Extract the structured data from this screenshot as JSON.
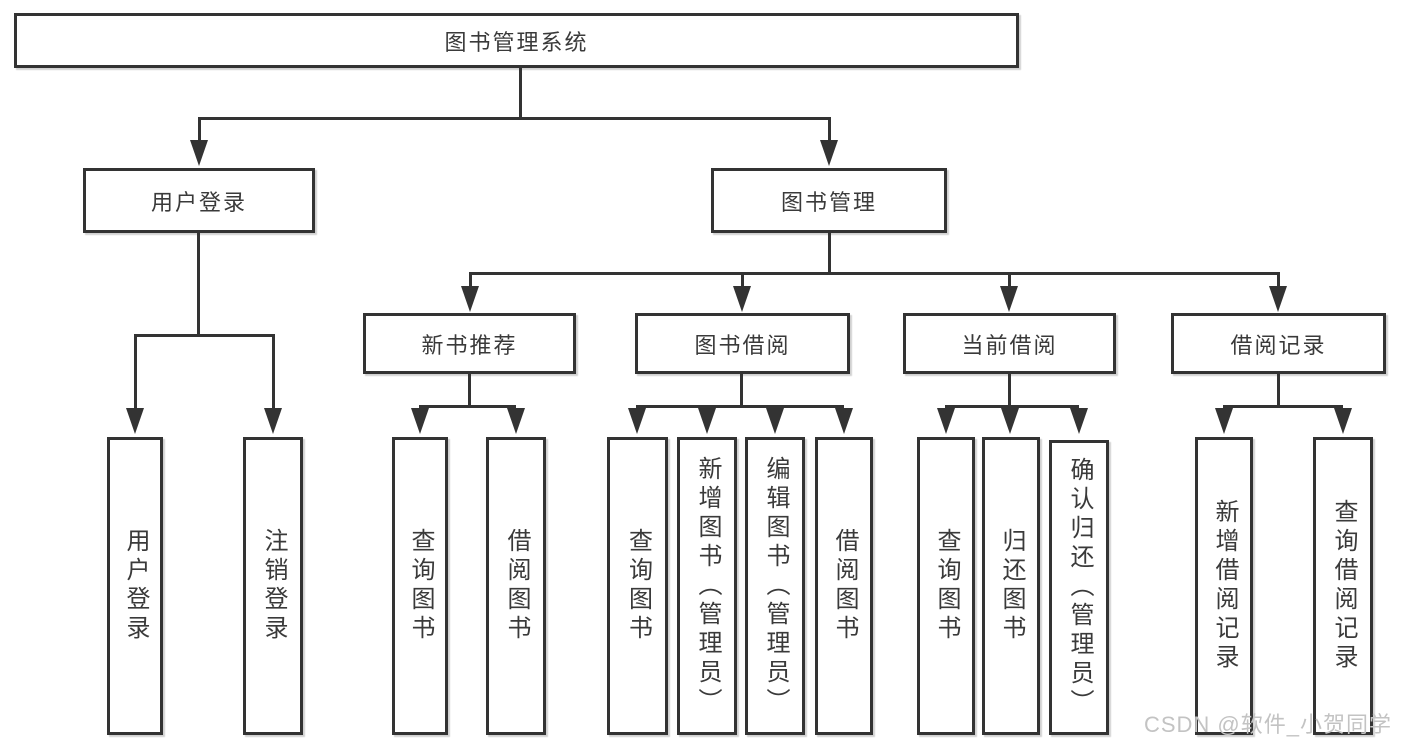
{
  "tree": {
    "root": "图书管理系统",
    "branches": [
      {
        "label": "用户登录",
        "children": [
          "用户登录",
          "注销登录"
        ]
      },
      {
        "label": "图书管理",
        "children": [
          {
            "label": "新书推荐",
            "children": [
              "查询图书",
              "借阅图书"
            ]
          },
          {
            "label": "图书借阅",
            "children": [
              "查询图书",
              "新增图书（管理员）",
              "编辑图书（管理员）",
              "借阅图书"
            ]
          },
          {
            "label": "当前借阅",
            "children": [
              "查询图书",
              "归还图书",
              "确认归还（管理员）"
            ]
          },
          {
            "label": "借阅记录",
            "children": [
              "新增借阅记录",
              "查询借阅记录"
            ]
          }
        ]
      }
    ]
  },
  "watermark": "CSDN @软件_小贺同学",
  "colors": {
    "line": "#333333",
    "box_fill": "#ffffff",
    "text": "#3a3a3a",
    "watermark": "#c3c3c3",
    "background": "#ffffff"
  }
}
